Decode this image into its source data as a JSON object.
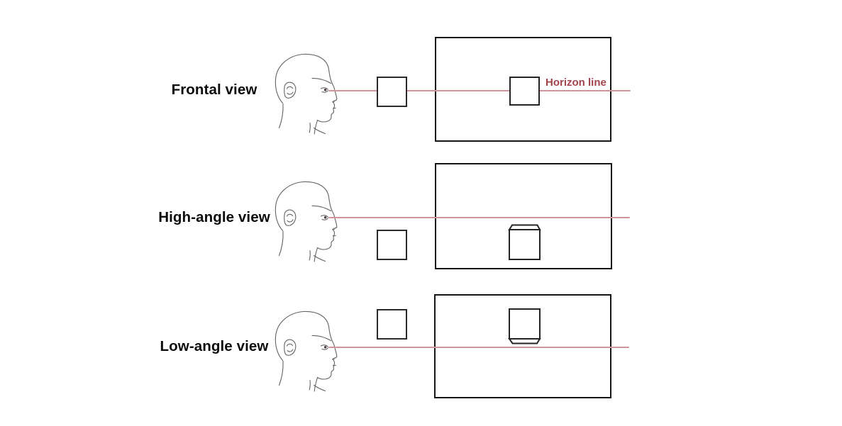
{
  "diagram": {
    "rows": [
      {
        "label": "Frontal view",
        "horizon_annotation": "Horizon line",
        "object_note": "cube at eye level, front face only, centered on horizon line"
      },
      {
        "label": "High-angle view",
        "object_note": "cube below horizon line, top face visible"
      },
      {
        "label": "Low-angle view",
        "object_note": "cube above horizon line, bottom face visible"
      }
    ],
    "colors": {
      "horizon_line": "#d0949b",
      "horizon_label_text": "#a2434d",
      "shape_outline": "#242424",
      "picture_plane_outline": "#151515",
      "sketch_stroke": "#676163",
      "label_text": "#0b0b0b",
      "background": "#ffffff"
    }
  }
}
